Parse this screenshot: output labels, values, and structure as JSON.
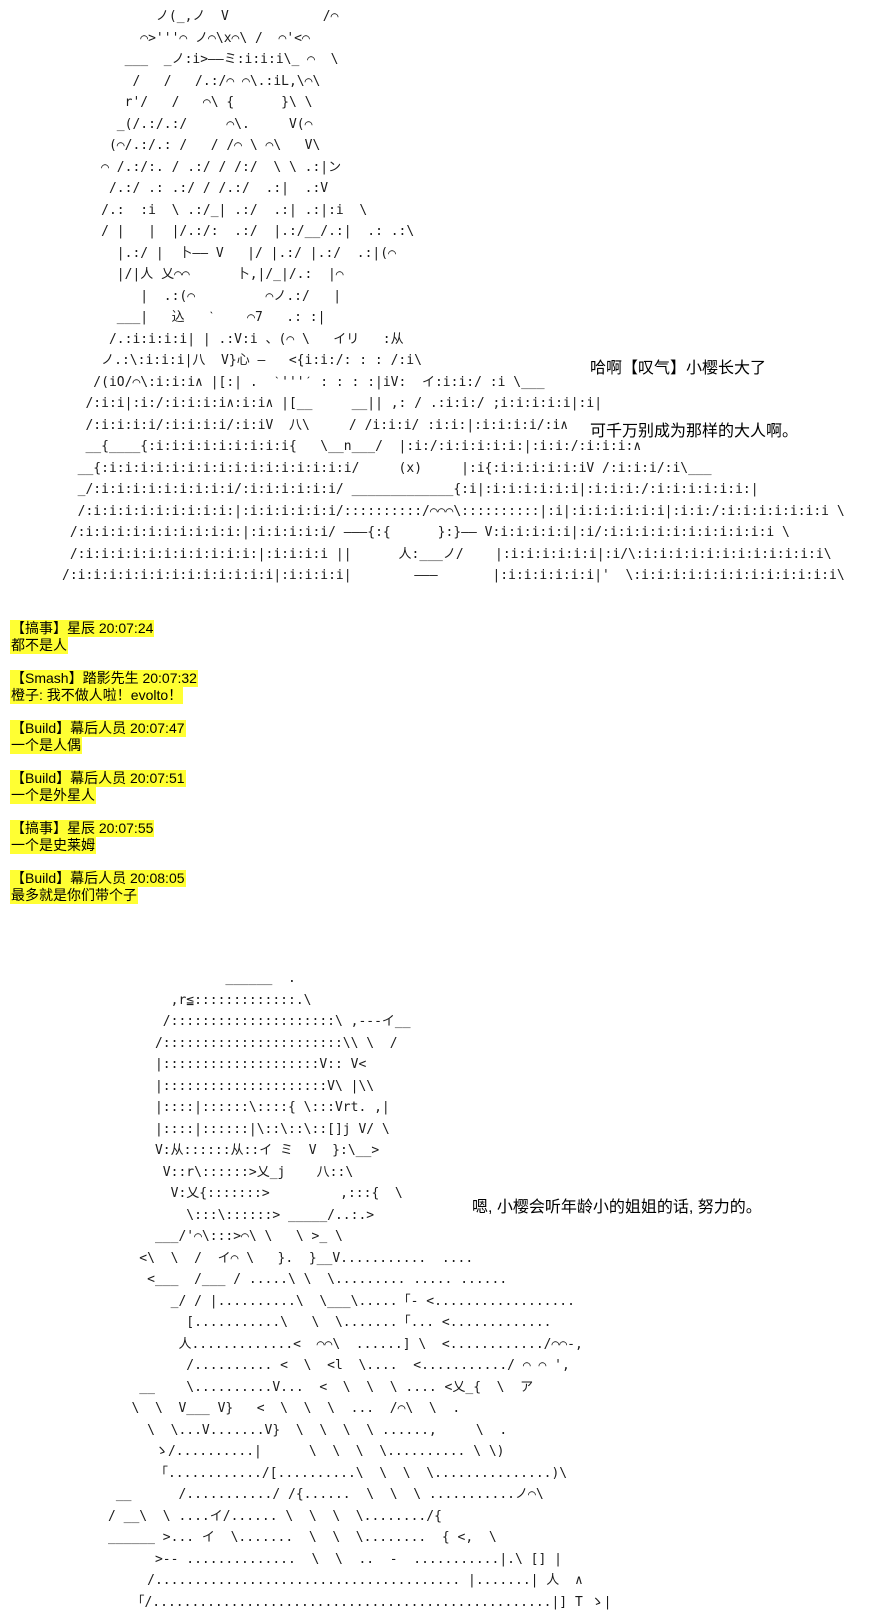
{
  "art_top": [
    "            ノ(_,ノ  V            /⌒",
    "          ⌒>'''⌒ ノ⌒\\x⌒\\ /  ⌒'<⌒",
    "        ___  _ノ:i>――ミ:i:i:i\\_ ⌒  \\",
    "         /   /   /.:/⌒ ⌒\\.:iL,\\⌒\\",
    "        r'/   /   ⌒\\ {      }\\ \\",
    "       _(/.:/.:/     ⌒\\.     V(⌒",
    "      (⌒/.:/.: /   / /⌒ \\ ⌒\\   V\\",
    "     ⌒ /.:/:. / .:/ / /:/  \\ \\ .:|ン",
    "      /.:/ .: .:/ / /.:/  .:|  .:V",
    "     /.:  :i  \\ .:/_| .:/  .:| .:|:i  \\",
    "     / |   |  |/.:/:  .:/  |.:/__/.:|  .: .:\\",
    "       |.:/ |  卜―― V   |/ |.:/ |.:/  .:|(⌒",
    "       |/|人 乂⌒⌒      卜,|/_|/.:  |⌒",
    "          |  .:(⌒         ⌒ノ.:/   |",
    "       ___|   込   ˋ    ⌒7   .: :|",
    "      /.:i:i:i:i| | .:V:i 、(⌒ \\   イリ   :从",
    "     ノ.:\\:i:i:i|八  V}心 ―   <{i:i:/: : : /:i\\",
    "    /(iO/⌒\\:i:i:i∧ |[:| .  ˋ'''ˊ : : : :|iV:  イ:i:i:/ :i \\___",
    "   /:i:i|:i:/:i:i:i:i∧:i:i∧ |[__     __|| ,: / .:i:i:/ ;i:i:i:i:i|:i|",
    "   /:i:i:i:i/:i:i:i:i/:i:iV  八\\     / /i:i:i/ :i:i:|:i:i:i:i/:i∧",
    "   __{____{:i:i:i:i:i:i:i:i:i{   \\__n___/  |:i:/:i:i:i:i:i:|:i:i:/:i:i:i:∧",
    "  __{:i:i:i:i:i:i:i:i:i:i:i:i:i:i:i:i/     (x)     |:i{:i:i:i:i:i:iV /:i:i:i/:i\\___",
    "  _/:i:i:i:i:i:i:i:i:i/:i:i:i:i:i:i/ _____________{:i|:i:i:i:i:i:i|:i:i:i:/:i:i:i:i:i:i:|",
    "  /:i:i:i:i:i:i:i:i:i:|:i:i:i:i:i:i/::::::::::/⌒⌒⌒\\::::::::::|:i|:i:i:i:i:i:i|:i:i:/:i:i:i:i:i:i:i \\",
    " /:i:i:i:i:i:i:i:i:i:i:|:i:i:i:i:i/ ―――{:{      }:}―― V:i:i:i:i:i|:i/:i:i:i:i:i:i:i:i:i:i:i \\",
    " /:i:i:i:i:i:i:i:i:i:i:i:|:i:i:i:i ||      人:___ノ/    |:i:i:i:i:i:i|:i/\\:i:i:i:i:i:i:i:i:i:i:i:i\\",
    "/:i:i:i:i:i:i:i:i:i:i:i:i:i|:i:i:i:i|        ―――       |:i:i:i:i:i:i|'  \\:i:i:i:i:i:i:i:i:i:i:i:i:i\\"
  ],
  "speech_1": [
    "哈啊【叹气】小樱长大了",
    "可千万别成为那样的大人啊。"
  ],
  "chat": [
    {
      "header": "【搞事】星辰 20:07:24",
      "text": "都不是人"
    },
    {
      "header": "【Smash】踏影先生 20:07:32",
      "text": "橙子: 我不做人啦！evolto！"
    },
    {
      "header": "【Build】幕后人员 20:07:47",
      "text": "一个是人偶"
    },
    {
      "header": "【Build】幕后人员 20:07:51",
      "text": "一个是外星人"
    },
    {
      "header": "【搞事】星辰 20:07:55",
      "text": "一个是史莱姆"
    },
    {
      "header": "【Build】幕后人员 20:08:05",
      "text": "最多就是你们带个子"
    }
  ],
  "art_bottom": [
    "               ______  .",
    "        ,r≦:::::::::::::.\\",
    "       /:::::::::::::::::::::\\ ,---イ__",
    "      /:::::::::::::::::::::::\\\\ \\  /",
    "      |::::::::::::::::::::V:: V<",
    "      |:::::::::::::::::::::V\\ |\\\\",
    "      |::::|::::::\\::::{ \\:::Vrt. ,|",
    "      |::::|::::::|\\::\\::\\::[]j V/ \\",
    "      V:从::::::从::イ ミ  V  }:\\__>",
    "       V::r\\::::::>乂_j    八::\\",
    "        V:乂{:::::::>         ,:::{  \\",
    "          \\:::\\::::::> _____/..:.>",
    "      ___/'⌒\\:::>⌒\\ \\   \\ >_ \\",
    "    <\\  \\  /  イ⌒ \\   }.  }__V...........  ....",
    "     <___  /___ / .....\\ \\  \\......... ..... ......",
    "        _/ / |..........\\  \\___\\.....「- <..................",
    "          [...........\\   \\  \\.......「... <.............",
    "         人.............<  ⌒⌒\\  ......] \\  <............/⌒⌒-,",
    "          /.......... <  \\  <l  \\....  <.........../ ⌒ ⌒ ',",
    "    __    \\..........V...  <  \\  \\  \\ .... <乂_{  \\  ア",
    "   \\  \\  V___ V}   <  \\  \\  \\  ...  /⌒\\  \\  .",
    "     \\  \\...V.......V}  \\  \\  \\  \\ ......,     \\  .",
    "      ゝ/..........|      \\  \\  \\  \\.......... \\ \\)",
    "      「............/[..........\\  \\  \\  \\...............)\\",
    " __      /.........../ /{......  \\  \\  \\ ...........ノ⌒\\",
    "/ __\\  \\ ....イ/...... \\  \\  \\  \\......../{",
    "______ >... イ  \\.......  \\  \\  \\........  { <,  \\",
    "      >-- ..............  \\  \\  ..  -  ...........|.\\ [] |",
    "     /....................................... |.......| 人  ∧",
    "   「/...................................................|] T ゝ|"
  ],
  "speech_2": "嗯, 小樱会听年龄小的姐姐的话, 努力的。"
}
